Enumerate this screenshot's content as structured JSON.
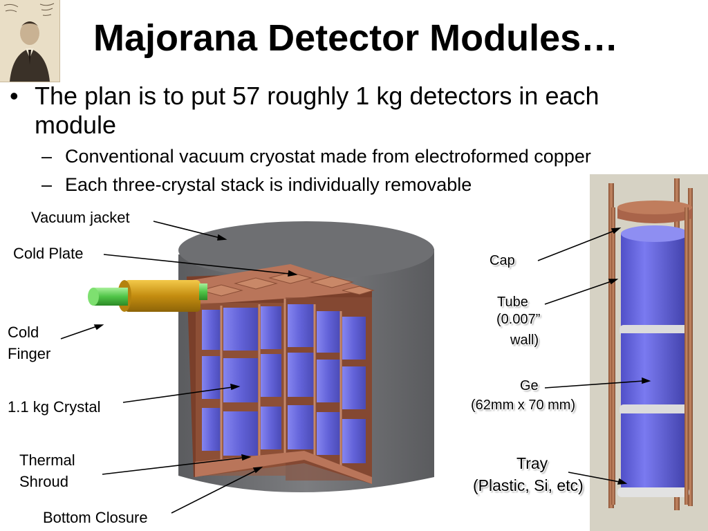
{
  "slide": {
    "title": "Majorana Detector Modules…",
    "bullet": {
      "marker": "•",
      "text_line1": "The plan is to put 57 roughly 1 kg detectors in each",
      "text_line2": "module",
      "subs": [
        {
          "marker": "–",
          "text": "Conventional vacuum cryostat made from electroformed copper"
        },
        {
          "marker": "–",
          "text": "Each three-crystal stack is individually removable"
        }
      ]
    }
  },
  "left_labels": {
    "vacuum_jacket": "Vacuum jacket",
    "cold_plate": "Cold Plate",
    "cold_finger_1": "Cold",
    "cold_finger_2": "Finger",
    "crystal": "1.1 kg Crystal",
    "thermal_1": "Thermal",
    "thermal_2": "Shroud",
    "bottom": "Bottom Closure"
  },
  "right_labels": {
    "cap": "Cap",
    "tube_1": "Tube",
    "tube_2": "(0.007”",
    "tube_3": "wall)",
    "ge_1": "Ge",
    "ge_2": "(62mm x 70 mm)",
    "tray_1": "Tray",
    "tray_2": "(Plastic, Si, etc)"
  },
  "colors": {
    "crystal": "#6b6be0",
    "copper": "#b06a4a",
    "jacket": "#6f7073",
    "finger_gold": "#d4a11a",
    "finger_green": "#52c84e"
  }
}
